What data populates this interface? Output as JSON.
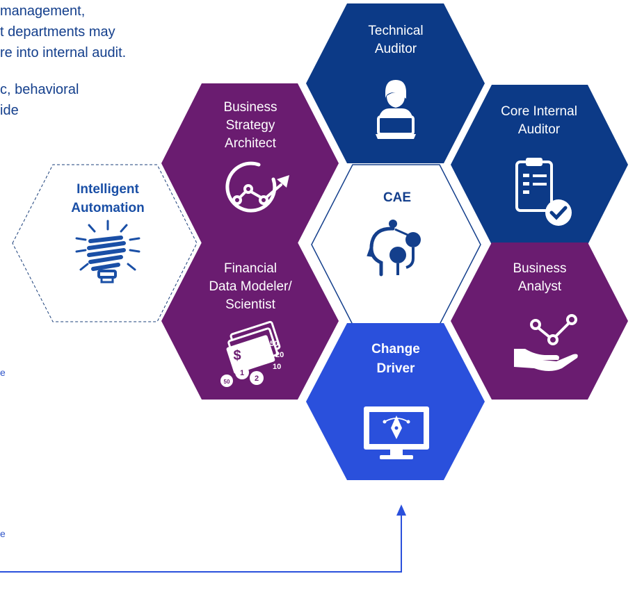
{
  "intro": {
    "line1": "management,",
    "line2": "t departments may",
    "line3": "re into internal audit.",
    "line4": "c, behavioral",
    "line5": "ide"
  },
  "fragments": {
    "f1": "e",
    "f2": "e"
  },
  "colors": {
    "navy": "#0c3a87",
    "purple": "#6a1c70",
    "bright_blue": "#2a50dc",
    "cae_outline": "#143f8c",
    "automation_text": "#1a4fa6"
  },
  "hexagons": {
    "technical_auditor": {
      "line1": "Technical",
      "line2": "Auditor",
      "icon": "person-laptop-icon"
    },
    "business_strategy": {
      "line1": "Business",
      "line2": "Strategy",
      "line3": "Architect",
      "icon": "growth-target-icon"
    },
    "core_internal": {
      "line1": "Core Internal",
      "line2": "Auditor",
      "icon": "clipboard-check-icon"
    },
    "cae": {
      "line1": "CAE",
      "icon": "head-brain-icon"
    },
    "intelligent_automation": {
      "line1": "Intelligent",
      "line2": "Automation",
      "icon": "lightbulb-icon"
    },
    "financial_data": {
      "line1": "Financial",
      "line2": "Data Modeler/",
      "line3": "Scientist",
      "icon": "money-coins-icon"
    },
    "business_analyst": {
      "line1": "Business",
      "line2": "Analyst",
      "icon": "hand-graph-icon"
    },
    "change_driver": {
      "line1": "Change",
      "line2": "Driver",
      "icon": "monitor-pen-icon"
    }
  }
}
